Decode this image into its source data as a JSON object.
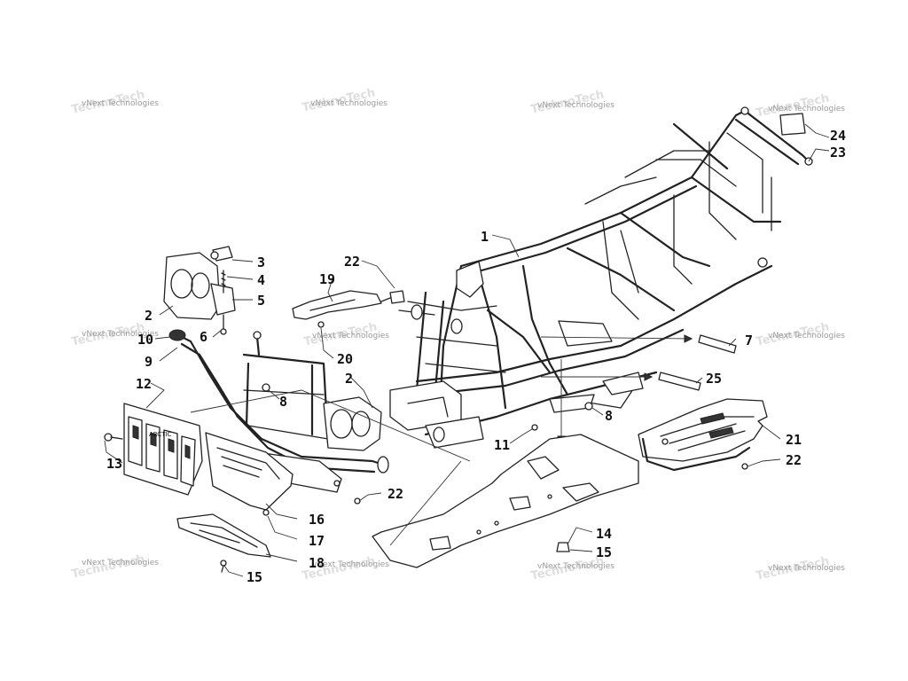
{
  "watermark": {
    "text": "vNext Technologies",
    "positions": [
      {
        "id": "wm-1"
      },
      {
        "id": "wm-2"
      },
      {
        "id": "wm-3"
      },
      {
        "id": "wm-4"
      },
      {
        "id": "wm-5"
      },
      {
        "id": "wm-6"
      },
      {
        "id": "wm-7"
      },
      {
        "id": "wm-8"
      },
      {
        "id": "wm-9"
      },
      {
        "id": "wm-10"
      },
      {
        "id": "wm-11"
      }
    ]
  },
  "callouts": {
    "c1": "1",
    "c2a": "2",
    "c2b": "2",
    "c3": "3",
    "c4": "4",
    "c5": "5",
    "c6": "6",
    "c7": "7",
    "c8a": "8",
    "c8b": "8",
    "c9": "9",
    "c10": "10",
    "c11": "11",
    "c12": "12",
    "c13": "13",
    "c14": "14",
    "c15a": "15",
    "c15b": "15",
    "c16": "16",
    "c17": "17",
    "c18": "18",
    "c19": "19",
    "c20": "20",
    "c21": "21",
    "c22a": "22",
    "c22b": "22",
    "c22c": "22",
    "c23": "23",
    "c24": "24",
    "c25": "25"
  }
}
